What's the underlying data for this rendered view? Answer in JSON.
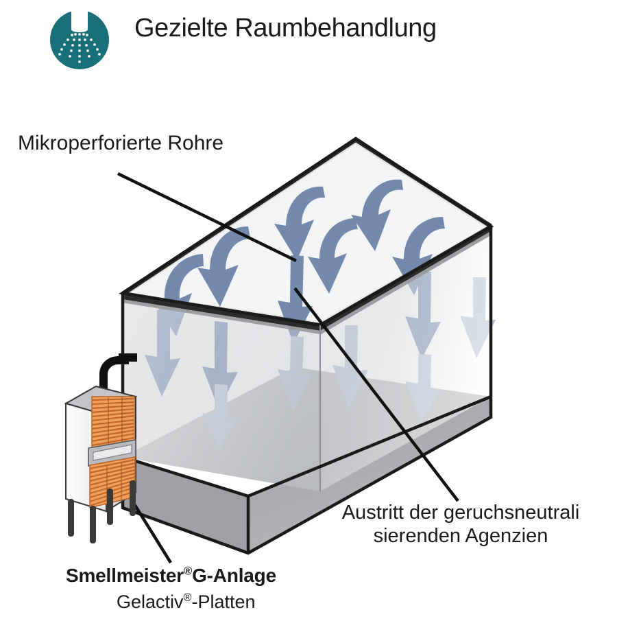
{
  "header": {
    "title": "Gezielte Raumbehandlung",
    "icon": "spray-nozzle-icon",
    "icon_color": "#19707a"
  },
  "labels": {
    "pipes": "Mikroperforierte Rohre",
    "agents_line1": "Austritt der geruchsneutrali",
    "agents_line2": "sierenden Agenzien",
    "device_name": "Smellmeister",
    "device_reg": "®",
    "device_suffix": "G-Anlage",
    "plates_name": "Gelactiv",
    "plates_reg": "®",
    "plates_suffix": "-Platten"
  },
  "diagram": {
    "type": "isometric-room-airflow",
    "room": {
      "fill_light": "#e9eaec",
      "fill_mid": "#d2d4d7",
      "fill_floor": "#a9abae",
      "outline": "#1a1a1a",
      "ceiling_band": "#2b2b2b"
    },
    "arrows": {
      "color": "#7389ad",
      "color_faded": "#aebbd0",
      "count_curved": 6,
      "count_straight": 8,
      "direction": "downward"
    },
    "device": {
      "body_color": "#f2f2f2",
      "top_color": "#c8cacd",
      "plate_color": "#f29c4e",
      "plate_line_color": "#c0632a",
      "leg_color": "#3a3a3a",
      "pipe_color": "#111111",
      "plate_banks": 2
    }
  }
}
